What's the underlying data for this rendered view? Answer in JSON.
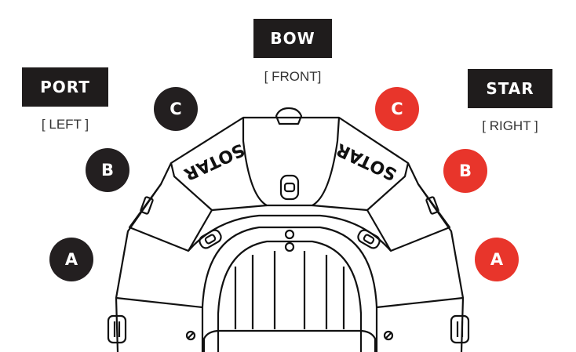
{
  "labels": {
    "bow": {
      "title": "BOW",
      "sub": "[ FRONT]"
    },
    "port": {
      "title": "PORT",
      "sub": "[ LEFT ]"
    },
    "star": {
      "title": "STAR",
      "sub": "[ RIGHT ]"
    }
  },
  "port_chambers": [
    "C",
    "B",
    "A"
  ],
  "star_chambers": [
    "C",
    "B",
    "A"
  ],
  "brand_text": "SOTAR",
  "colors": {
    "port": "#231f20",
    "star": "#e8352b",
    "box": "#1f1c1c"
  }
}
